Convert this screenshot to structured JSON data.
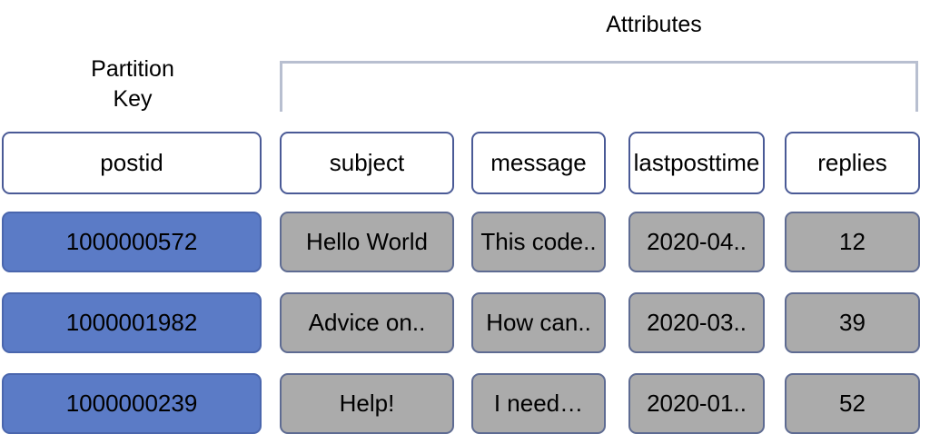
{
  "diagram": {
    "attributes_title": "Attributes",
    "partition_key_label_line1": "Partition",
    "partition_key_label_line2": "Key",
    "colors": {
      "partition_key_fill": "#5b7bc6",
      "partition_key_border": "#4a66ad",
      "attribute_fill": "#ababab",
      "attribute_border": "#5e6b92",
      "header_fill": "#ffffff",
      "header_border": "#4a5a96",
      "bracket": "#b8bfd0",
      "text": "#000000",
      "background": "#ffffff"
    }
  },
  "table": {
    "columns": [
      {
        "name": "postid",
        "role": "partition-key"
      },
      {
        "name": "subject",
        "role": "attribute"
      },
      {
        "name": "message",
        "role": "attribute"
      },
      {
        "name": "lastposttime",
        "role": "attribute"
      },
      {
        "name": "replies",
        "role": "attribute"
      }
    ],
    "rows": [
      {
        "postid": "1000000572",
        "subject": "Hello World",
        "message": "This code..",
        "lastposttime": "2020-04..",
        "replies": "12"
      },
      {
        "postid": "1000001982",
        "subject": "Advice on..",
        "message": "How can..",
        "lastposttime": "2020-03..",
        "replies": "39"
      },
      {
        "postid": "1000000239",
        "subject": "Help!",
        "message": "I need…",
        "lastposttime": "2020-01..",
        "replies": "52"
      }
    ]
  }
}
